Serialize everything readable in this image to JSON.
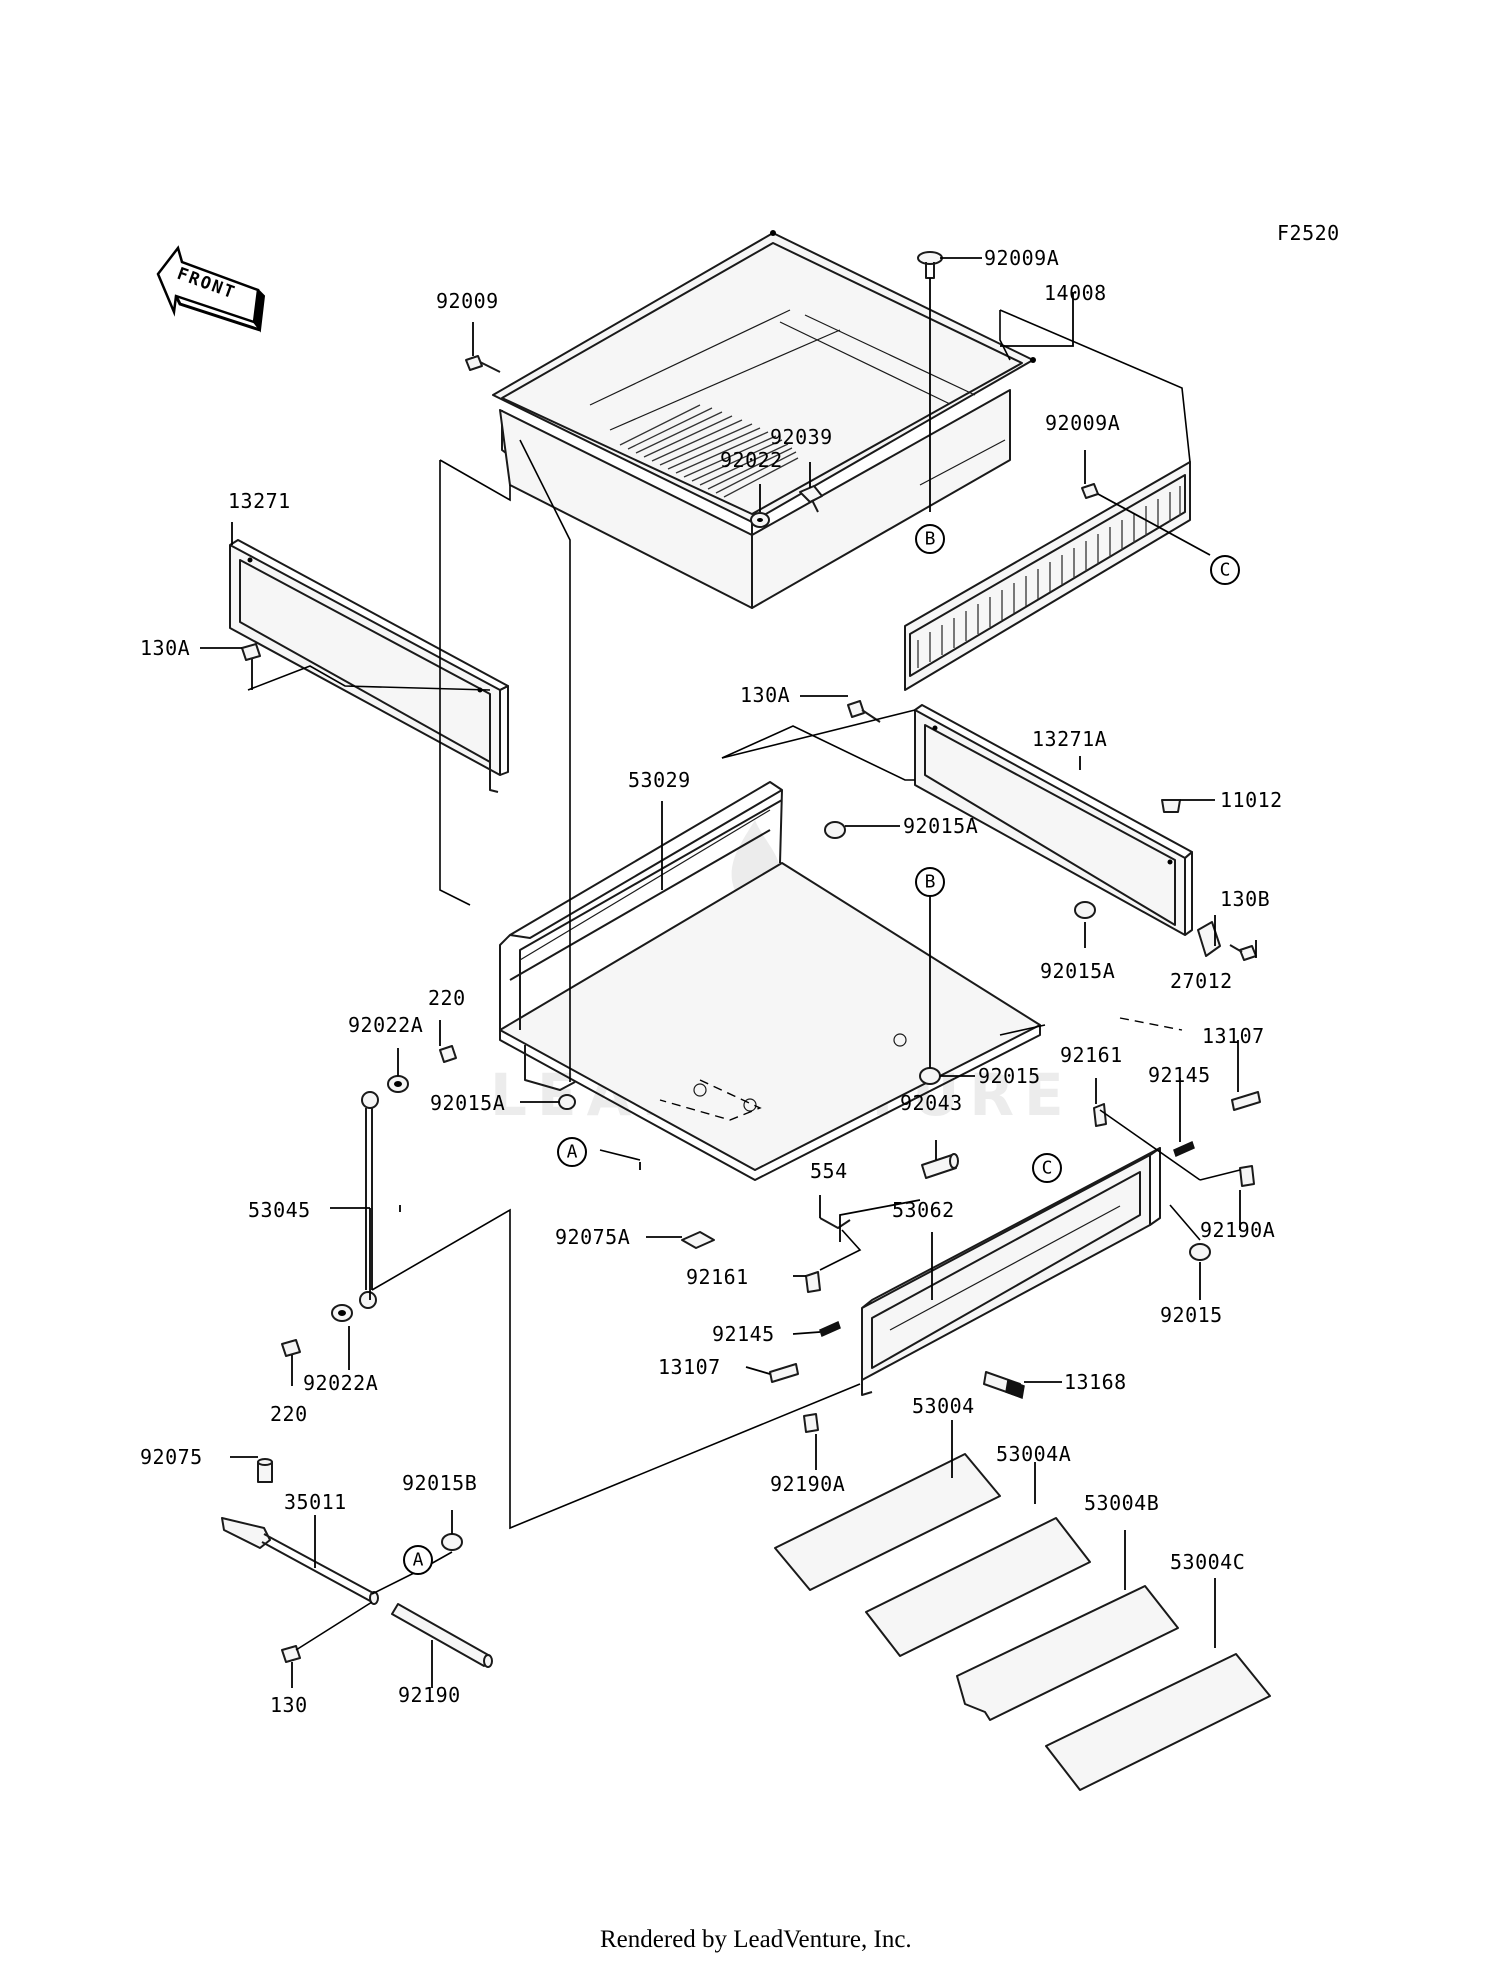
{
  "diagram_code": "F2520",
  "front_label": "FRONT",
  "watermark": "LEADVENTURE",
  "footer": "Rendered by LeadVenture, Inc.",
  "parts": {
    "p92009A_top": "92009A",
    "p14008": "14008",
    "p92009": "92009",
    "p92009A_rear": "92009A",
    "p92039": "92039",
    "p92022": "92022",
    "p13271": "13271",
    "p130A_left": "130A",
    "p130A_right": "130A",
    "p13271A": "13271A",
    "p11012": "11012",
    "p53029": "53029",
    "p92015A_top": "92015A",
    "p130B": "130B",
    "p92015A_right": "92015A",
    "p27012": "27012",
    "p13107_right": "13107",
    "p220_top": "220",
    "p92022A_top": "92022A",
    "p92161_right": "92161",
    "p92145_right": "92145",
    "p92015_center": "92015",
    "p92015A_left": "92015A",
    "p92043": "92043",
    "p554": "554",
    "p53045": "53045",
    "p53062": "53062",
    "p92190A_right": "92190A",
    "p92075A": "92075A",
    "p92161_left": "92161",
    "p92015_right": "92015",
    "p92145_left": "92145",
    "p13107_left": "13107",
    "p13168": "13168",
    "p92022A_bottom": "92022A",
    "p220_bottom": "220",
    "p53004": "53004",
    "p53004A": "53004A",
    "p92190A_bottom": "92190A",
    "p92075": "92075",
    "p35011": "35011",
    "p92015B": "92015B",
    "p53004B": "53004B",
    "p53004C": "53004C",
    "p130": "130",
    "p92190": "92190"
  },
  "refs": {
    "ref_A": "A",
    "ref_B": "B",
    "ref_C": "C"
  }
}
